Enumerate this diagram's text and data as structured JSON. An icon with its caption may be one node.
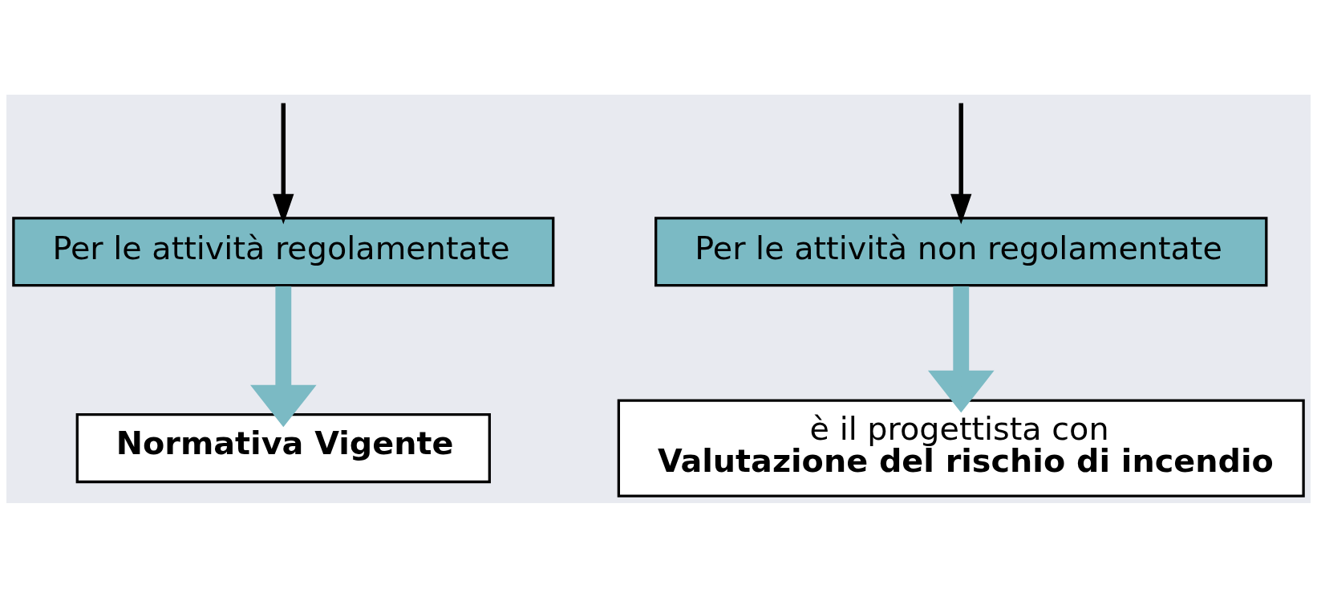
{
  "diagram": {
    "nodes": [
      {
        "text": [
          "Per le attività regolamentate"
        ]
      },
      {
        "text": [
          "Per le attività non regolamentate"
        ]
      },
      {
        "text": [
          "Normativa Vigente"
        ]
      },
      {
        "text": [
          "è il progettista con **Valutazione del rischio di incendio**"
        ]
      }
    ],
    "edges": [
      {
        "from": null,
        "to": 0,
        "arrow": "to"
      },
      {
        "from": null,
        "to": 1,
        "arrow": "to"
      },
      {
        "from": 0,
        "to": 2,
        "arrow": "to",
        "style": "thick",
        "color": "#7bbac4"
      },
      {
        "from": 1,
        "to": 3,
        "arrow": "to",
        "style": "thick",
        "color": "#7bbac4"
      }
    ]
  }
}
